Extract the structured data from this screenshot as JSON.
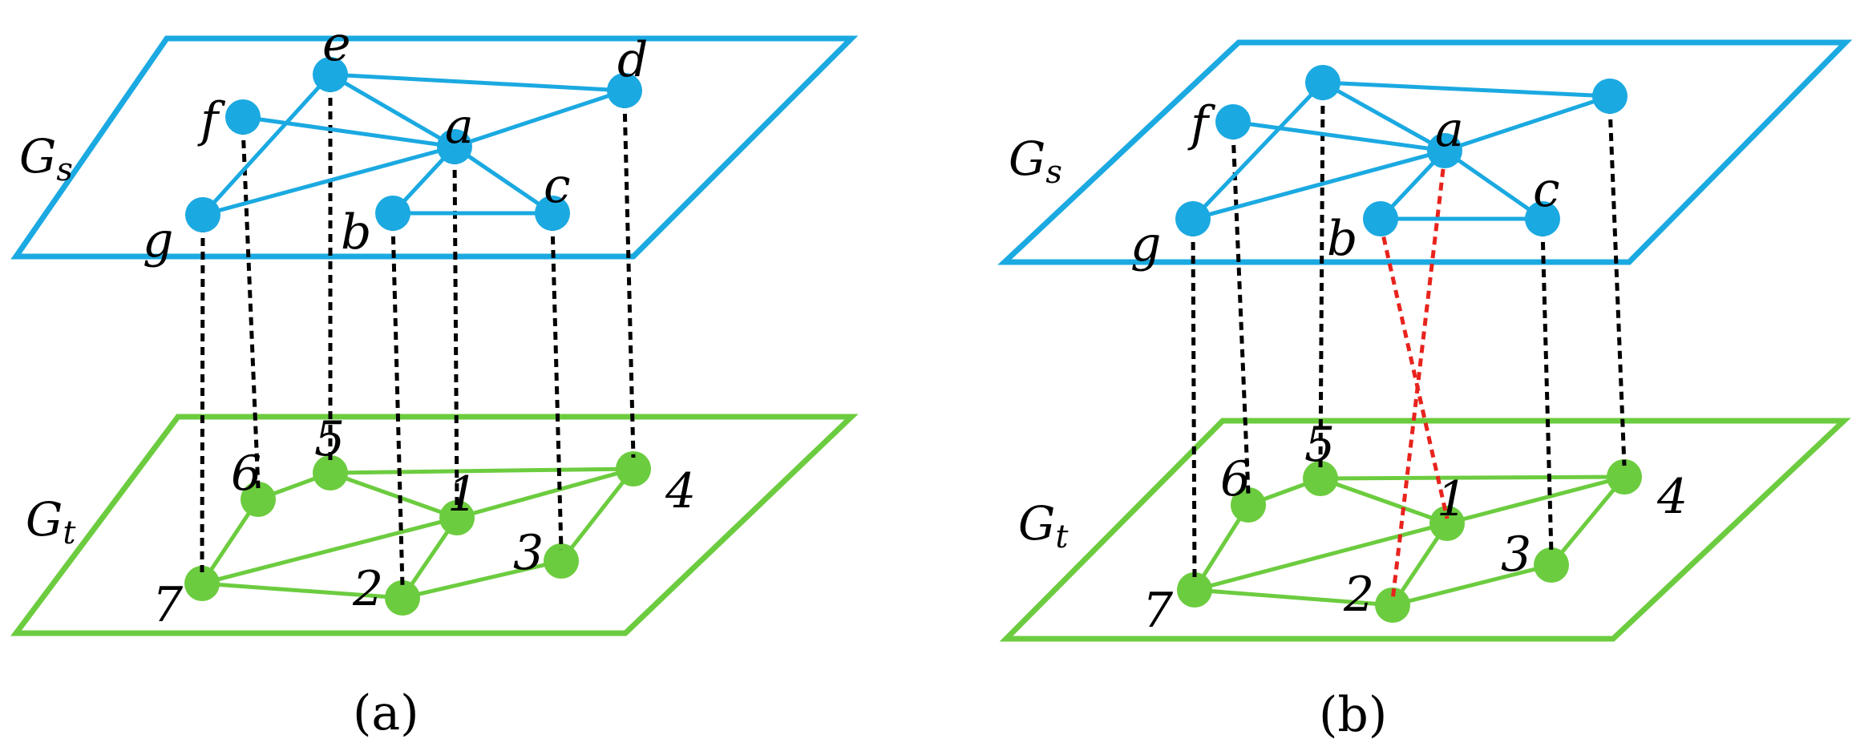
{
  "colors": {
    "source": "#1ba9e1",
    "target": "#6ccc3f",
    "correspondence": "#000000",
    "mismatch": "#e8231d"
  },
  "panels": [
    {
      "id": "a",
      "caption": "(a)",
      "source_plane": {
        "label": "G",
        "sub": "s"
      },
      "target_plane": {
        "label": "G",
        "sub": "t"
      },
      "source_nodes": [
        {
          "id": "a",
          "label": "a"
        },
        {
          "id": "b",
          "label": "b"
        },
        {
          "id": "c",
          "label": "c"
        },
        {
          "id": "d",
          "label": "d"
        },
        {
          "id": "e",
          "label": "e"
        },
        {
          "id": "f",
          "label": "f"
        },
        {
          "id": "g",
          "label": "g"
        }
      ],
      "target_nodes": [
        {
          "id": "1",
          "label": "1"
        },
        {
          "id": "2",
          "label": "2"
        },
        {
          "id": "3",
          "label": "3"
        },
        {
          "id": "4",
          "label": "4"
        },
        {
          "id": "5",
          "label": "5"
        },
        {
          "id": "6",
          "label": "6"
        },
        {
          "id": "7",
          "label": "7"
        }
      ],
      "source_edges": [
        [
          "e",
          "d"
        ],
        [
          "e",
          "a"
        ],
        [
          "e",
          "g"
        ],
        [
          "f",
          "a"
        ],
        [
          "g",
          "a"
        ],
        [
          "a",
          "d"
        ],
        [
          "a",
          "b"
        ],
        [
          "a",
          "c"
        ],
        [
          "b",
          "c"
        ]
      ],
      "target_edges": [
        [
          "5",
          "4"
        ],
        [
          "5",
          "6"
        ],
        [
          "5",
          "1"
        ],
        [
          "6",
          "7"
        ],
        [
          "7",
          "1"
        ],
        [
          "7",
          "2"
        ],
        [
          "2",
          "1"
        ],
        [
          "2",
          "3"
        ],
        [
          "1",
          "4"
        ],
        [
          "3",
          "4"
        ]
      ],
      "mapping": [
        {
          "s": "a",
          "t": "1",
          "type": "correct"
        },
        {
          "s": "b",
          "t": "2",
          "type": "correct"
        },
        {
          "s": "c",
          "t": "3",
          "type": "correct"
        },
        {
          "s": "d",
          "t": "4",
          "type": "correct"
        },
        {
          "s": "e",
          "t": "5",
          "type": "correct"
        },
        {
          "s": "f",
          "t": "6",
          "type": "correct"
        },
        {
          "s": "g",
          "t": "7",
          "type": "correct"
        }
      ]
    },
    {
      "id": "b",
      "caption": "(b)",
      "source_plane": {
        "label": "G",
        "sub": "s"
      },
      "target_plane": {
        "label": "G",
        "sub": "t"
      },
      "source_nodes": [
        {
          "id": "a",
          "label": "a"
        },
        {
          "id": "b",
          "label": "b"
        },
        {
          "id": "c",
          "label": "c"
        },
        {
          "id": "d",
          "label": ""
        },
        {
          "id": "e",
          "label": ""
        },
        {
          "id": "f",
          "label": "f"
        },
        {
          "id": "g",
          "label": "g"
        }
      ],
      "target_nodes": [
        {
          "id": "1",
          "label": "1"
        },
        {
          "id": "2",
          "label": "2"
        },
        {
          "id": "3",
          "label": "3"
        },
        {
          "id": "4",
          "label": "4"
        },
        {
          "id": "5",
          "label": "5"
        },
        {
          "id": "6",
          "label": "6"
        },
        {
          "id": "7",
          "label": "7"
        }
      ],
      "source_edges": [
        [
          "e",
          "d"
        ],
        [
          "e",
          "a"
        ],
        [
          "e",
          "g"
        ],
        [
          "f",
          "a"
        ],
        [
          "g",
          "a"
        ],
        [
          "a",
          "d"
        ],
        [
          "a",
          "b"
        ],
        [
          "a",
          "c"
        ],
        [
          "b",
          "c"
        ]
      ],
      "target_edges": [
        [
          "5",
          "4"
        ],
        [
          "5",
          "6"
        ],
        [
          "5",
          "1"
        ],
        [
          "6",
          "7"
        ],
        [
          "7",
          "1"
        ],
        [
          "7",
          "2"
        ],
        [
          "2",
          "1"
        ],
        [
          "2",
          "3"
        ],
        [
          "1",
          "4"
        ],
        [
          "3",
          "4"
        ]
      ],
      "mapping": [
        {
          "s": "a",
          "t": "2",
          "type": "mismatch"
        },
        {
          "s": "b",
          "t": "1",
          "type": "mismatch"
        },
        {
          "s": "c",
          "t": "3",
          "type": "correct"
        },
        {
          "s": "d",
          "t": "4",
          "type": "correct"
        },
        {
          "s": "e",
          "t": "5",
          "type": "correct"
        },
        {
          "s": "f",
          "t": "6",
          "type": "correct"
        },
        {
          "s": "g",
          "t": "7",
          "type": "correct"
        }
      ]
    }
  ]
}
